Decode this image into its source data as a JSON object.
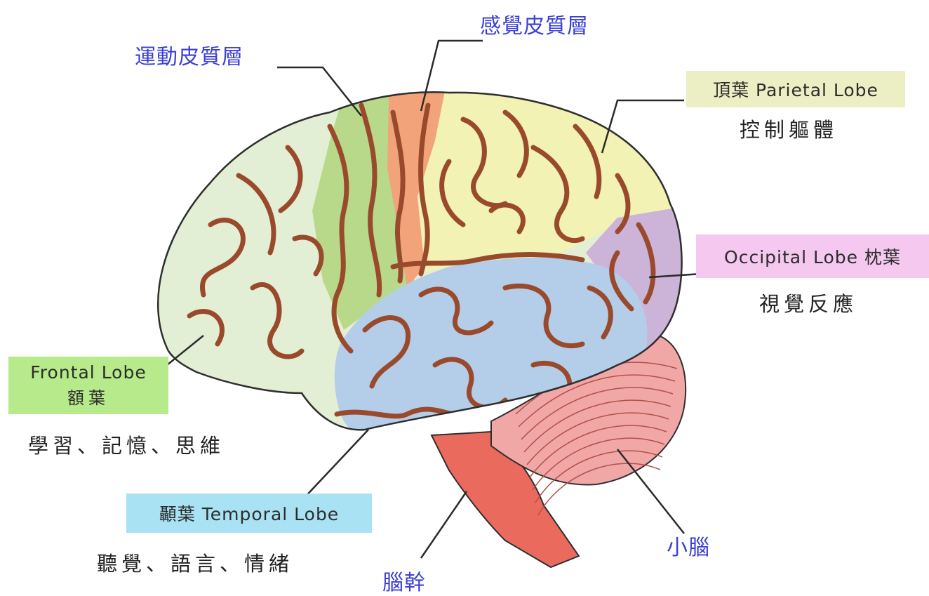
{
  "colors": {
    "frontal": "#e3efd4",
    "motor": "#b9d98a",
    "sensory": "#f2a37a",
    "parietal": "#f1f2b3",
    "occipital": "#ccb3d8",
    "temporal": "#b4cde8",
    "cerebellum": "#f2a7a7",
    "brainstem": "#ea6b5e",
    "sulcus": "#9a4a2c",
    "outline": "#2e2e2e",
    "label_frontal_bg": "#b7ea8a",
    "label_parietal_bg": "#ecefc4",
    "label_occipital_bg": "#f5c9ef",
    "label_temporal_bg": "#a9e2f2",
    "blue_label": "#3b3fd6"
  },
  "labels": {
    "motor_cortex": "運動皮質層",
    "sensory_cortex": "感覺皮質層",
    "parietal": {
      "title": "頂葉 Parietal Lobe",
      "function": "控制軀體"
    },
    "occipital": {
      "title": "Occipital Lobe 枕葉",
      "function": "視覺反應"
    },
    "frontal": {
      "title_en": "Frontal Lobe",
      "title_zh": "額葉",
      "function": "學習、記憶、思維"
    },
    "temporal": {
      "title": "顳葉 Temporal Lobe",
      "function": "聽覺、語言、情緒"
    },
    "cerebellum": "小腦",
    "brainstem": "腦幹"
  }
}
